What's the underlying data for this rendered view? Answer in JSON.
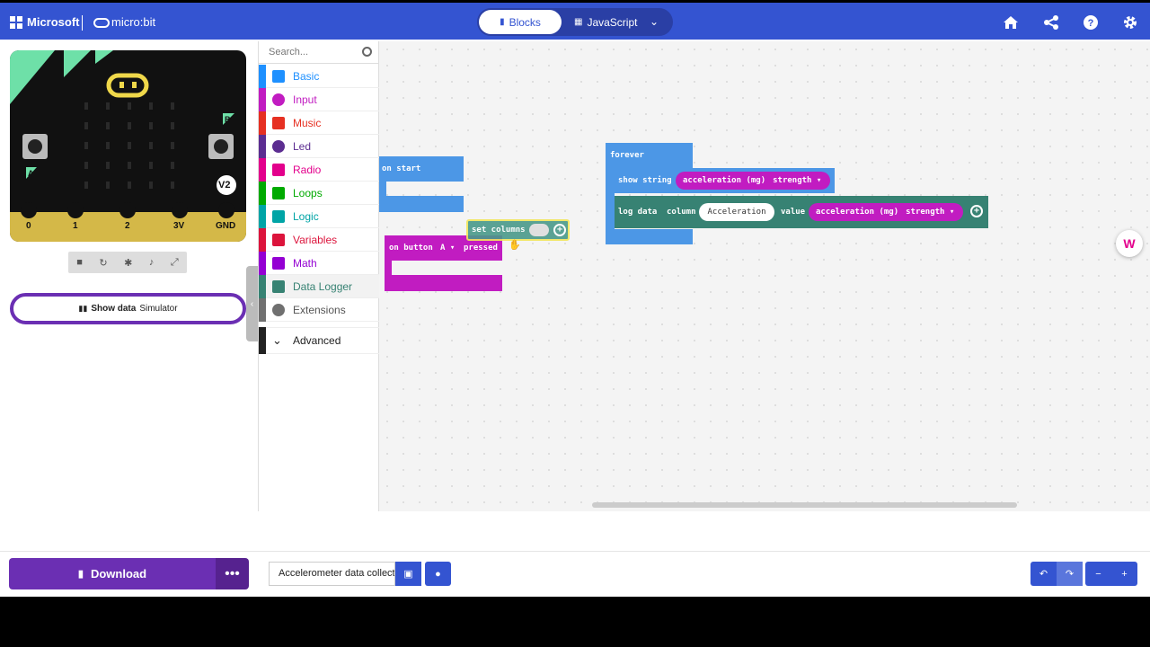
{
  "header": {
    "brand": "Microsoft",
    "product": "micro:bit",
    "tabs": {
      "blocks": "Blocks",
      "javascript": "JavaScript"
    },
    "icons": [
      "home-icon",
      "share-icon",
      "help-icon",
      "settings-icon"
    ]
  },
  "simulator": {
    "pins": [
      "0",
      "1",
      "2",
      "3V",
      "GND"
    ],
    "buttons": {
      "a": "A",
      "b": "B"
    },
    "version_badge": "V2",
    "show_data_label": "Show data",
    "show_data_sub": "Simulator"
  },
  "toolbox": {
    "search_placeholder": "Search...",
    "categories": [
      {
        "label": "Basic",
        "color": "#1e90ff"
      },
      {
        "label": "Input",
        "color": "#c11cc1"
      },
      {
        "label": "Music",
        "color": "#e63022"
      },
      {
        "label": "Led",
        "color": "#5c2d91"
      },
      {
        "label": "Radio",
        "color": "#e3008c"
      },
      {
        "label": "Loops",
        "color": "#00aa00"
      },
      {
        "label": "Logic",
        "color": "#00a4a6"
      },
      {
        "label": "Variables",
        "color": "#dc143c"
      },
      {
        "label": "Math",
        "color": "#9400d3"
      },
      {
        "label": "Data Logger",
        "color": "#378273"
      },
      {
        "label": "Extensions",
        "color": "#707070"
      },
      {
        "label": "Advanced",
        "color": "#222222"
      }
    ]
  },
  "workspace": {
    "on_start": "on start",
    "on_button": "on button",
    "button_value": "A",
    "pressed": "pressed",
    "set_columns": "set columns",
    "forever": "forever",
    "show_string": "show string",
    "accel_label": "acceleration (mg)",
    "strength": "strength",
    "log_data": "log data",
    "column": "column",
    "column_value": "Acceleration",
    "value": "value"
  },
  "bottom": {
    "download_label": "Download",
    "more_label": "•••",
    "project_name": "Accelerometer data collect"
  }
}
